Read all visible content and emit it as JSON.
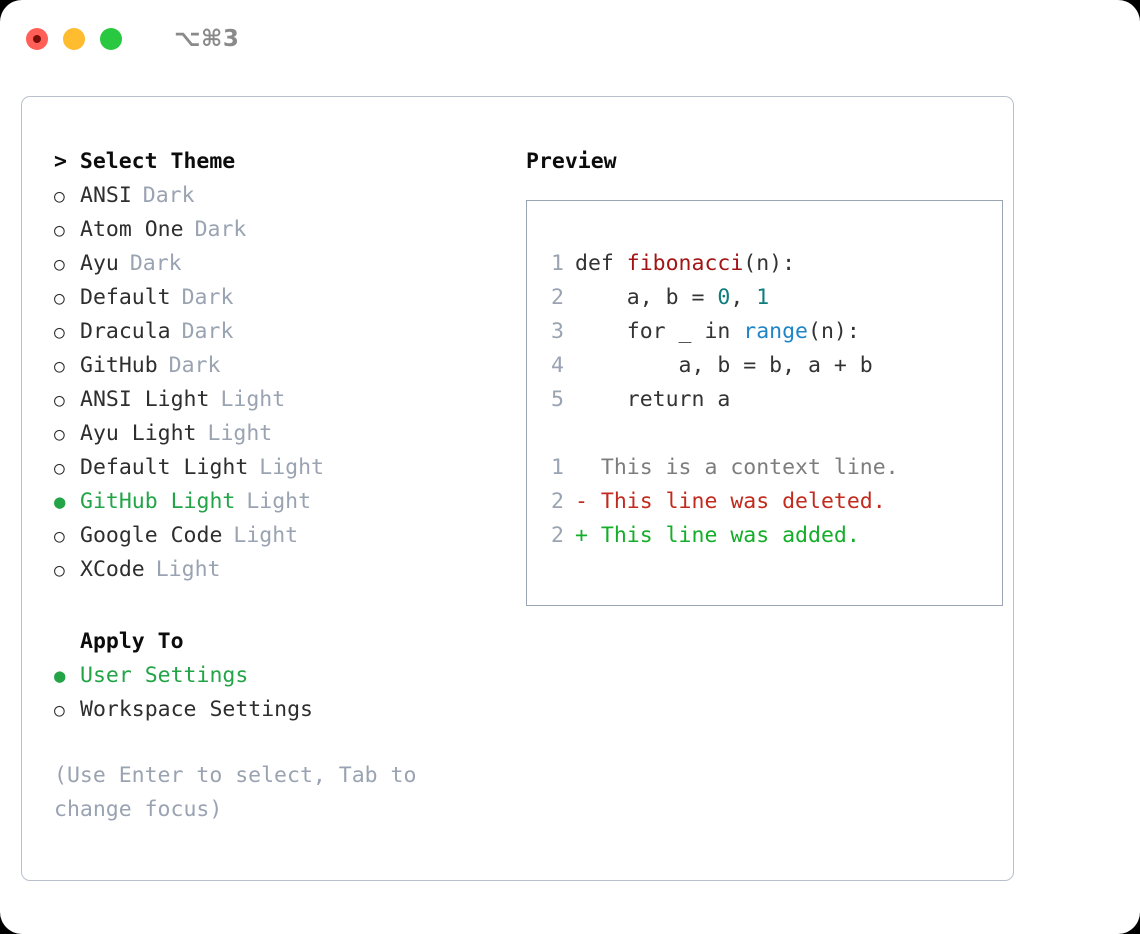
{
  "titlebar": {
    "shortcut": "⌥⌘3",
    "lights": [
      {
        "name": "close",
        "color": "#ff5f57"
      },
      {
        "name": "minimize",
        "color": "#febc2e"
      },
      {
        "name": "zoom",
        "color": "#28c840"
      }
    ]
  },
  "theme_picker": {
    "header": "> Select Theme",
    "selected_theme": "GitHub Light",
    "selected_color": "#22a447",
    "bullet_empty": "○",
    "bullet_filled": "●",
    "options": [
      {
        "label": "ANSI",
        "tag": "Dark",
        "selected": false
      },
      {
        "label": "Atom One",
        "tag": "Dark",
        "selected": false
      },
      {
        "label": "Ayu",
        "tag": "Dark",
        "selected": false
      },
      {
        "label": "Default",
        "tag": "Dark",
        "selected": false
      },
      {
        "label": "Dracula",
        "tag": "Dark",
        "selected": false
      },
      {
        "label": "GitHub",
        "tag": "Dark",
        "selected": false
      },
      {
        "label": "ANSI Light",
        "tag": "Light",
        "selected": false
      },
      {
        "label": "Ayu Light",
        "tag": "Light",
        "selected": false
      },
      {
        "label": "Default Light",
        "tag": "Light",
        "selected": false
      },
      {
        "label": "GitHub Light",
        "tag": "Light",
        "selected": true
      },
      {
        "label": "Google Code",
        "tag": "Light",
        "selected": false
      },
      {
        "label": "XCode",
        "tag": "Light",
        "selected": false
      }
    ]
  },
  "apply_to": {
    "header": "Apply To",
    "selected": "User Settings",
    "options": [
      {
        "label": "User Settings",
        "selected": true
      },
      {
        "label": "Workspace Settings",
        "selected": false
      }
    ]
  },
  "hint": "(Use Enter to select, Tab to change focus)",
  "preview": {
    "header": "Preview",
    "code_lines": [
      {
        "lineno": "1",
        "tokens": [
          {
            "text": "def ",
            "cls": "code-text"
          },
          {
            "text": "fibonacci",
            "cls": "t-fn"
          },
          {
            "text": "(n):",
            "cls": "code-text"
          }
        ]
      },
      {
        "lineno": "2",
        "tokens": [
          {
            "text": "    a, b = ",
            "cls": "code-text"
          },
          {
            "text": "0",
            "cls": "t-num"
          },
          {
            "text": ", ",
            "cls": "code-text"
          },
          {
            "text": "1",
            "cls": "t-num"
          }
        ]
      },
      {
        "lineno": "3",
        "tokens": [
          {
            "text": "    for _ in ",
            "cls": "code-text"
          },
          {
            "text": "range",
            "cls": "t-call"
          },
          {
            "text": "(n):",
            "cls": "code-text"
          }
        ]
      },
      {
        "lineno": "4",
        "tokens": [
          {
            "text": "        a, b = b, a + b",
            "cls": "code-text"
          }
        ]
      },
      {
        "lineno": "5",
        "tokens": [
          {
            "text": "    return a",
            "cls": "code-text"
          }
        ]
      }
    ],
    "diff_lines": [
      {
        "lineno": "1",
        "marker": " ",
        "text": " This is a context line.",
        "cls": "diff-ctx"
      },
      {
        "lineno": "2",
        "marker": "-",
        "text": " This line was deleted.",
        "cls": "diff-del"
      },
      {
        "lineno": "2",
        "marker": "+",
        "text": " This line was added.",
        "cls": "diff-add"
      }
    ]
  },
  "colors": {
    "accent_green": "#22a447",
    "diff_add": "#14ae2a",
    "diff_del": "#c22a1e",
    "muted": "#9aa3b2",
    "panel_border": "#b9c0cb",
    "preview_border": "#9aa5b1",
    "fn_red": "#a31515",
    "num_teal": "#0f7d7d",
    "call_blue": "#1f85c7"
  }
}
